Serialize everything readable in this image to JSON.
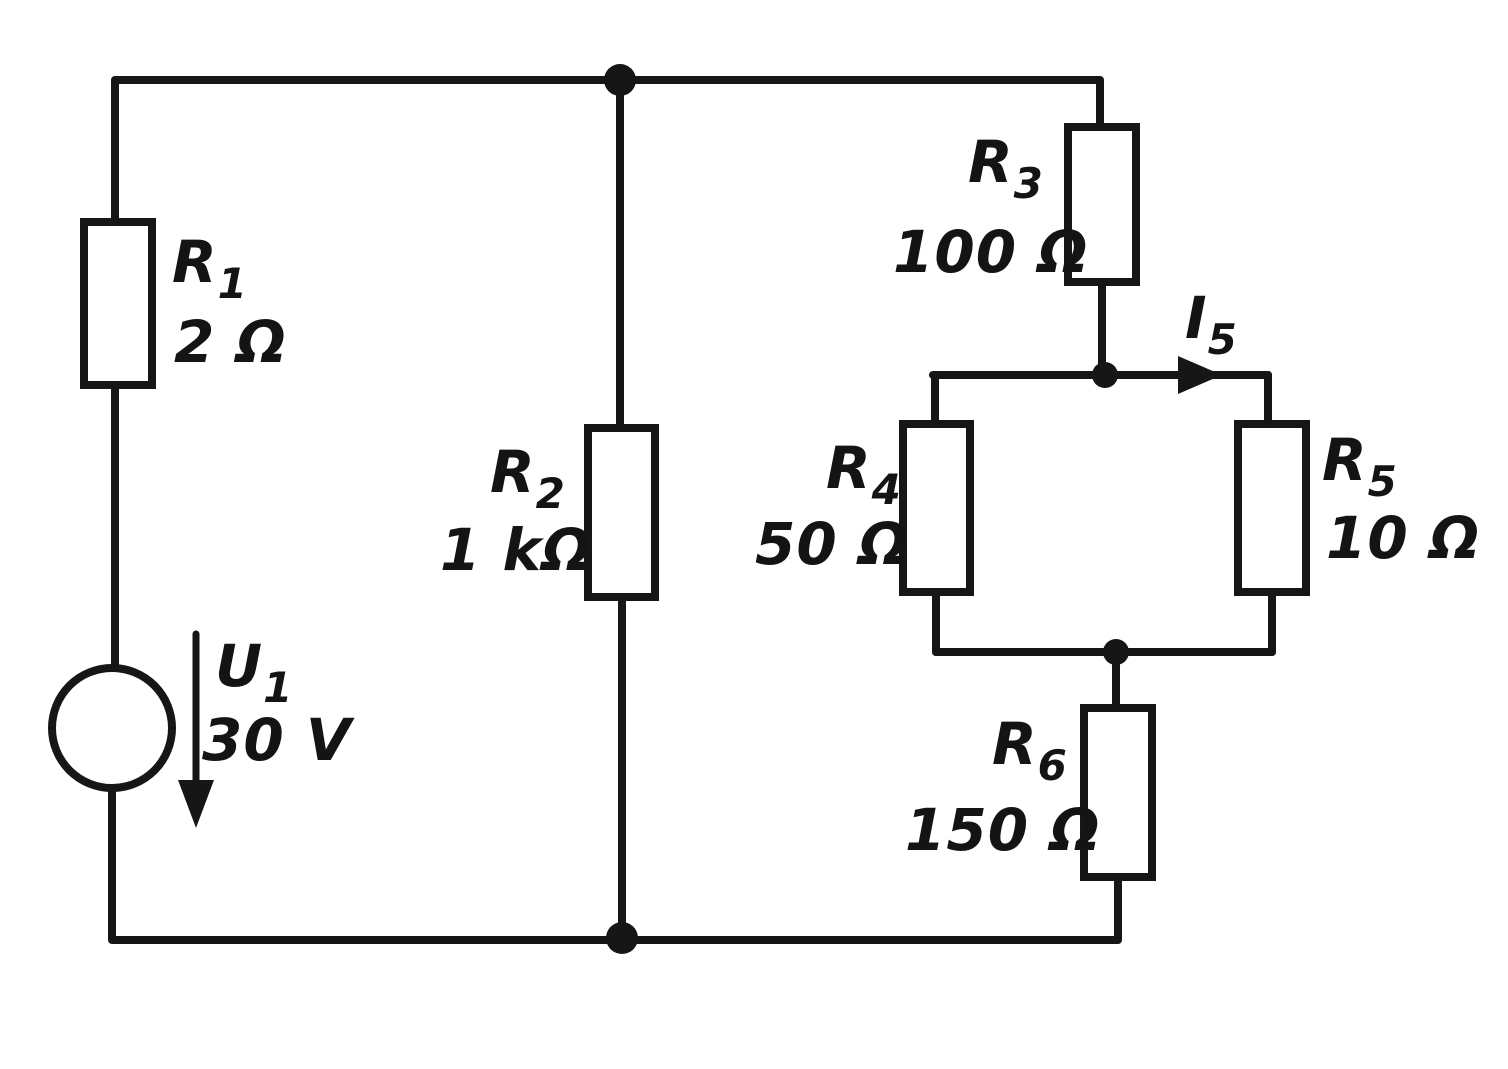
{
  "components": {
    "u1": {
      "ref": "U",
      "sub": "1",
      "value": "30 V"
    },
    "r1": {
      "ref": "R",
      "sub": "1",
      "value": "2 Ω"
    },
    "r2": {
      "ref": "R",
      "sub": "2",
      "value": "1 kΩ"
    },
    "r3": {
      "ref": "R",
      "sub": "3",
      "value": "100 Ω"
    },
    "r4": {
      "ref": "R",
      "sub": "4",
      "value": "50 Ω"
    },
    "r5": {
      "ref": "R",
      "sub": "5",
      "value": "10 Ω"
    },
    "r6": {
      "ref": "R",
      "sub": "6",
      "value": "150 Ω"
    },
    "i5": {
      "ref": "I",
      "sub": "5"
    }
  },
  "topology": {
    "branches": [
      "Left branch: voltage source U1 (30 V, arrow pointing down) in series with resistor R1 (2 Ω)",
      "Middle branch: resistor R2 (1 kΩ)",
      "Right branch: R3 (100 Ω) in series with the parallel pair R4 (50 Ω) and R5 (10 Ω), then in series with R6 (150 Ω)",
      "All three branches are connected in parallel between the top and bottom rails"
    ],
    "current_arrow": "I5 points right along the wire feeding R5 from the node below R3"
  },
  "colors": {
    "ink": "#161616",
    "background": "#ffffff"
  }
}
